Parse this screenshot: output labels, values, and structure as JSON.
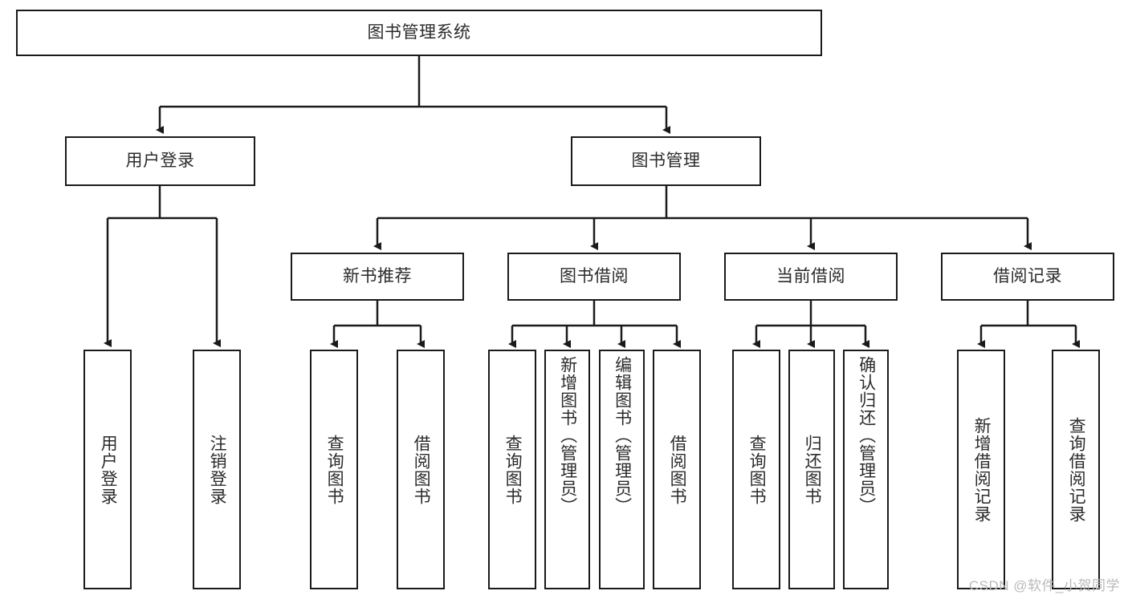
{
  "diagram": {
    "title": "图书管理系统",
    "type": "tree",
    "levels": 4,
    "root": {
      "id": "root",
      "label": "图书管理系统",
      "orientation": "horizontal"
    },
    "level2": [
      {
        "id": "user-login",
        "label": "用户登录",
        "orientation": "horizontal"
      },
      {
        "id": "book-management",
        "label": "图书管理",
        "orientation": "horizontal"
      }
    ],
    "level3": [
      {
        "id": "new-book-recommend",
        "label": "新书推荐",
        "orientation": "horizontal",
        "parent": "book-management"
      },
      {
        "id": "book-borrow",
        "label": "图书借阅",
        "orientation": "horizontal",
        "parent": "book-management"
      },
      {
        "id": "current-borrow",
        "label": "当前借阅",
        "orientation": "horizontal",
        "parent": "book-management"
      },
      {
        "id": "borrow-record",
        "label": "借阅记录",
        "orientation": "horizontal",
        "parent": "book-management"
      }
    ],
    "leaves": [
      {
        "id": "leaf-user-login",
        "label": "用户登录",
        "parent": "user-login",
        "orientation": "vertical"
      },
      {
        "id": "leaf-user-logout",
        "label": "注销登录",
        "parent": "user-login",
        "orientation": "vertical"
      },
      {
        "id": "leaf-query-book-1",
        "label": "查询图书",
        "parent": "new-book-recommend",
        "orientation": "vertical"
      },
      {
        "id": "leaf-borrow-book-1",
        "label": "借阅图书",
        "parent": "new-book-recommend",
        "orientation": "vertical"
      },
      {
        "id": "leaf-query-book-2",
        "label": "查询图书",
        "parent": "book-borrow",
        "orientation": "vertical"
      },
      {
        "id": "leaf-add-book",
        "label": "新增图书（管理员）",
        "parent": "book-borrow",
        "orientation": "vertical"
      },
      {
        "id": "leaf-edit-book",
        "label": "编辑图书（管理员）",
        "parent": "book-borrow",
        "orientation": "vertical"
      },
      {
        "id": "leaf-borrow-book-2",
        "label": "借阅图书",
        "parent": "book-borrow",
        "orientation": "vertical"
      },
      {
        "id": "leaf-query-book-3",
        "label": "查询图书",
        "parent": "current-borrow",
        "orientation": "vertical"
      },
      {
        "id": "leaf-return-book",
        "label": "归还图书",
        "parent": "current-borrow",
        "orientation": "vertical"
      },
      {
        "id": "leaf-confirm-return",
        "label": "确认归还（管理员）",
        "parent": "current-borrow",
        "orientation": "vertical"
      },
      {
        "id": "leaf-add-borrow-record",
        "label": "新增借阅记录",
        "parent": "borrow-record",
        "orientation": "vertical"
      },
      {
        "id": "leaf-query-borrow-record",
        "label": "查询借阅记录",
        "parent": "borrow-record",
        "orientation": "vertical"
      }
    ]
  },
  "watermark": {
    "text": "CSDN @软件_小贺同学"
  },
  "colors": {
    "stroke": "#1a1a1a",
    "background": "#ffffff",
    "text": "#2b2b2b",
    "watermark": "#b9b9b9"
  }
}
